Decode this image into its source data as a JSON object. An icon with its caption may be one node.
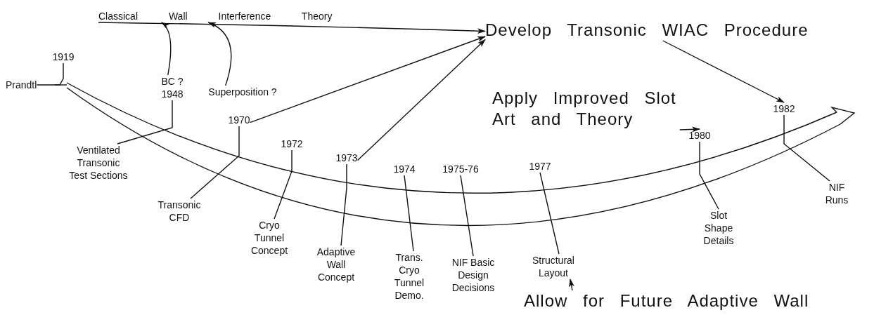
{
  "diagram": {
    "nodes": [
      {
        "text": [
          "Classical Wall Interference Theory"
        ]
      },
      {
        "text": [
          "Develop Transonic WIAC Procedure"
        ]
      },
      {
        "text": [
          "1919"
        ]
      },
      {
        "text": [
          "Prandtl"
        ]
      },
      {
        "text": [
          "BC ?"
        ]
      },
      {
        "text": [
          "1948"
        ]
      },
      {
        "text": [
          "Superposition ?"
        ]
      },
      {
        "text": [
          "1970"
        ]
      },
      {
        "text": [
          "1972"
        ]
      },
      {
        "text": [
          "1973"
        ]
      },
      {
        "text": [
          "1974"
        ]
      },
      {
        "text": [
          "1975-76"
        ]
      },
      {
        "text": [
          "1977"
        ]
      },
      {
        "text": [
          "1980"
        ]
      },
      {
        "text": [
          "1982"
        ]
      },
      {
        "text": [
          "Ventilated Transonic Test Sections"
        ]
      },
      {
        "text": [
          "Transonic CFD"
        ]
      },
      {
        "text": [
          "Cryo Tunnel Concept"
        ]
      },
      {
        "text": [
          "Adaptive Wall Concept"
        ]
      },
      {
        "text": [
          "Trans. Cryo Tunnel Demo."
        ]
      },
      {
        "text": [
          "NIF Basic Design Decisions"
        ]
      },
      {
        "text": [
          "Structural Layout"
        ]
      },
      {
        "text": [
          "Apply Improved Slot Art and Theory"
        ]
      },
      {
        "text": [
          "Slot Shape Details"
        ]
      },
      {
        "text": [
          "NIF Runs"
        ]
      },
      {
        "text": [
          "Allow for Future Adaptive Wall"
        ]
      }
    ],
    "edges": [
      {
        "from": 0,
        "to": 1,
        "arrow": "to"
      },
      {
        "from": 4,
        "to": 0,
        "arrow": "to"
      },
      {
        "from": 6,
        "to": 0,
        "arrow": "to"
      },
      {
        "from": 7,
        "to": 1,
        "arrow": "to"
      },
      {
        "from": 9,
        "to": 1,
        "arrow": "to"
      },
      {
        "from": 1,
        "to": 14,
        "arrow": "to"
      },
      {
        "from": 22,
        "to": 13,
        "arrow": "to"
      },
      {
        "from": 25,
        "to": 21,
        "arrow": "to"
      },
      {
        "from": 3,
        "to": 2,
        "arrow": "none"
      },
      {
        "from": 15,
        "to": 5,
        "arrow": "none"
      },
      {
        "from": 16,
        "to": 7,
        "arrow": "none"
      },
      {
        "from": 17,
        "to": 8,
        "arrow": "none"
      },
      {
        "from": 18,
        "to": 9,
        "arrow": "none"
      },
      {
        "from": 19,
        "to": 10,
        "arrow": "none"
      },
      {
        "from": 20,
        "to": 11,
        "arrow": "none"
      },
      {
        "from": 21,
        "to": 12,
        "arrow": "none"
      },
      {
        "from": 23,
        "to": 13,
        "arrow": "none"
      },
      {
        "from": 24,
        "to": 14,
        "arrow": "none"
      }
    ]
  }
}
